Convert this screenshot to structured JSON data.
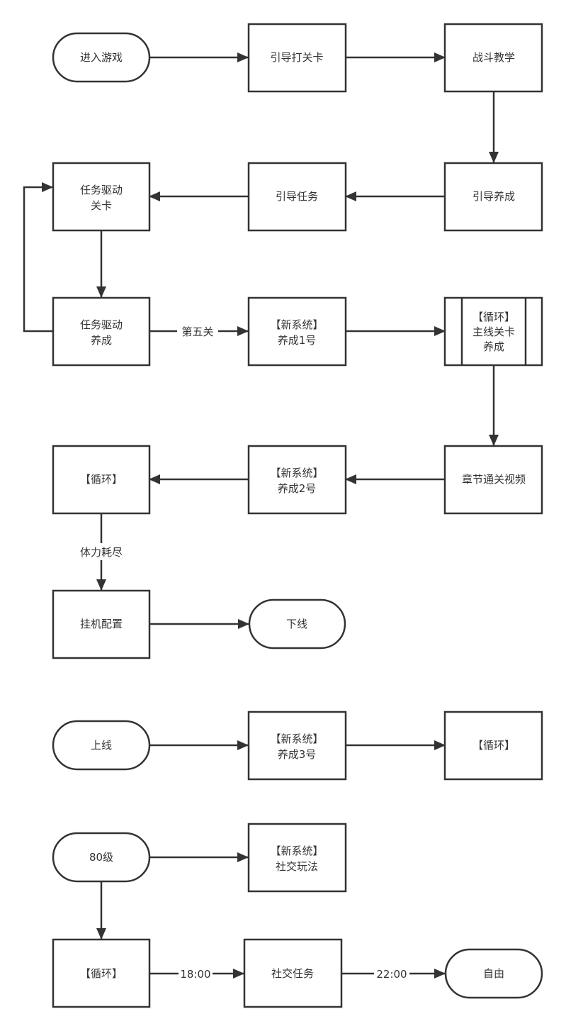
{
  "nodes": {
    "n_enter": {
      "label": "进入游戏"
    },
    "n_guide_stage": {
      "label": "引导打关卡"
    },
    "n_combat": {
      "label": "战斗教学"
    },
    "n_guide_raise": {
      "label": "引导养成"
    },
    "n_guide_task": {
      "label": "引导任务"
    },
    "n_task_stage": {
      "line1": "任务驱动",
      "line2": "关卡"
    },
    "n_task_raise": {
      "line1": "任务驱动",
      "line2": "养成"
    },
    "n_new1": {
      "line1": "【新系统】",
      "line2": "养成1号"
    },
    "n_loop_main": {
      "line1": "【循环】",
      "line2": "主线关卡",
      "line3": "养成"
    },
    "n_chapter": {
      "label": "章节通关视频"
    },
    "n_new2": {
      "line1": "【新系统】",
      "line2": "养成2号"
    },
    "n_loop1": {
      "label": "【循环】"
    },
    "n_idle": {
      "label": "挂机配置"
    },
    "n_offline": {
      "label": "下线"
    },
    "n_online": {
      "label": "上线"
    },
    "n_new3": {
      "line1": "【新系统】",
      "line2": "养成3号"
    },
    "n_loop2": {
      "label": "【循环】"
    },
    "n_lv80": {
      "label": "80级"
    },
    "n_social": {
      "line1": "【新系统】",
      "line2": "社交玩法"
    },
    "n_loop3": {
      "label": "【循环】"
    },
    "n_social_task": {
      "label": "社交任务"
    },
    "n_free": {
      "label": "自由"
    }
  },
  "edges": {
    "e_task_raise_new1": {
      "label": "第五关"
    },
    "e_loop1_idle": {
      "label": "体力耗尽"
    },
    "e_loop3_social_task": {
      "label": "18:00"
    },
    "e_social_task_free": {
      "label": "22:00"
    }
  },
  "colors": {
    "stroke": "#333333",
    "fill": "#ffffff",
    "text": "#333333",
    "background": "#ffffff"
  }
}
